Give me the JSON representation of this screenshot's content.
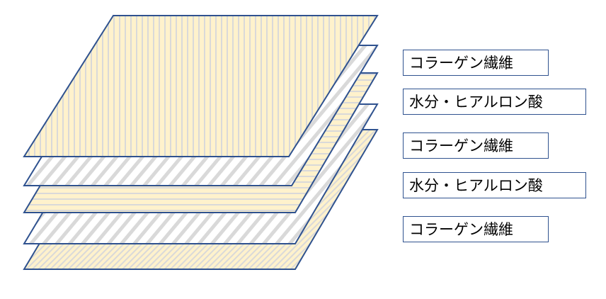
{
  "colors": {
    "stroke": "#2f528f",
    "yellow": "#fff2cc",
    "gray": "#d9d9d9"
  },
  "labels": [
    "コラーゲン繊維",
    "水分・ヒアルロン酸",
    "コラーゲン繊維",
    "水分・ヒアルロン酸",
    "コラーゲン繊維"
  ]
}
